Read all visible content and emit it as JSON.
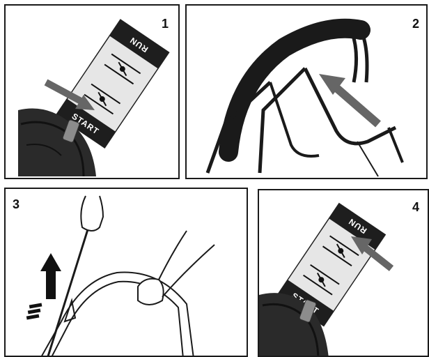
{
  "panels": [
    {
      "number": "1",
      "lever_card": {
        "top_label": "RUN",
        "bottom_label": "START"
      }
    },
    {
      "number": "2"
    },
    {
      "number": "3"
    },
    {
      "number": "4",
      "lever_card": {
        "top_label": "RUN",
        "bottom_label": "START"
      }
    }
  ]
}
